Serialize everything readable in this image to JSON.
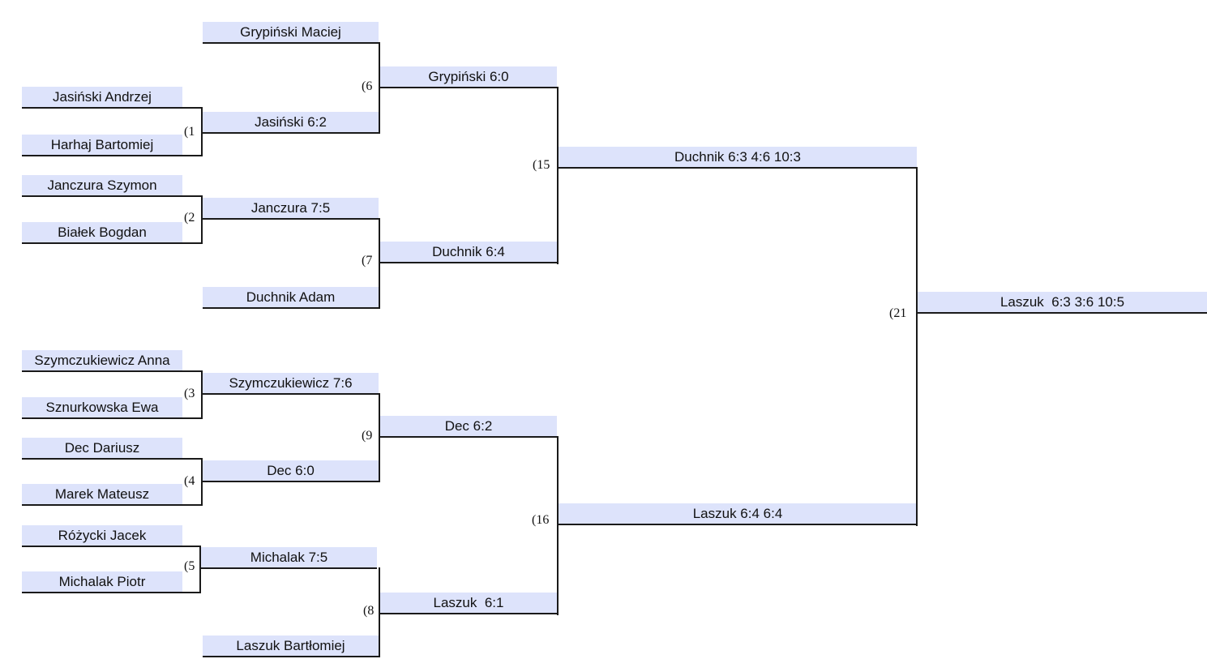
{
  "bracket": {
    "round1": [
      "Jasiński Andrzej",
      "Harhaj Bartomiej",
      "Janczura Szymon",
      "Białek Bogdan",
      "Szymczukiewicz Anna",
      "Sznurkowska Ewa",
      "Dec Dariusz",
      "Marek Mateusz",
      "Różycki Jacek",
      "Michalak Piotr"
    ],
    "round2": [
      "Grypiński Maciej",
      "Jasiński 6:2",
      "Janczura 7:5",
      "Duchnik Adam",
      "Szymczukiewicz 7:6",
      "Dec 6:0",
      "Michalak 7:5",
      "Laszuk Bartłomiej"
    ],
    "round3": [
      "Grypiński 6:0",
      "Duchnik 6:4",
      "Dec 6:2",
      "Laszuk  6:1"
    ],
    "semifinal": [
      "Duchnik 6:3 4:6 10:3",
      "Laszuk 6:4 6:4"
    ],
    "final": "Laszuk  6:3 3:6 10:5",
    "match_numbers": [
      "(1",
      "(2",
      "(3",
      "(4",
      "(5",
      "(6",
      "(7",
      "(9",
      "(8",
      "(15",
      "(16",
      "(21"
    ]
  }
}
